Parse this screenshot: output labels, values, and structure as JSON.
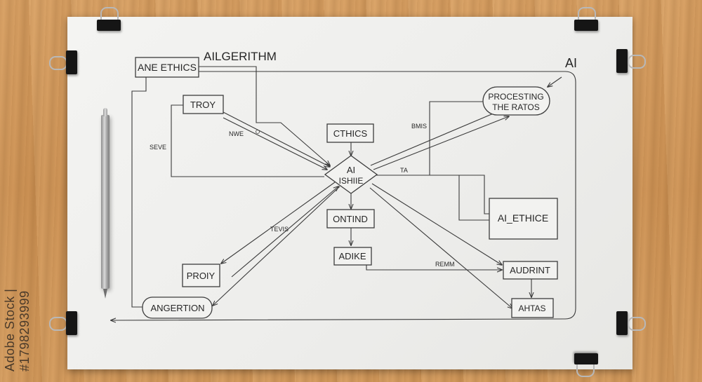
{
  "watermark_id": "Adobe Stock | #1798293999",
  "diagram": {
    "top_label": "AILGERITHM",
    "corner_label": "AI",
    "nodes": {
      "ane_ethics": "ANE ETHICS",
      "troy": "TROY",
      "cthics": "CTHICS",
      "center_line1": "AI",
      "center_line2": "ISHIIE",
      "processing_line1": "PROCESTING",
      "processing_line2": "THE RATOS",
      "ai_ethice": "AI_ETHICE",
      "ontind": "ONTIND",
      "adike": "ADIKE",
      "proiy": "PROIY",
      "angertion": "ANGERTION",
      "audrint": "AUDRINT",
      "ahtas": "AHTAS"
    },
    "edge_labels": {
      "nwe": "NWE",
      "seve": "SEVE",
      "bmis": "BMIS",
      "ta": "TA",
      "tevis": "TEVIS",
      "remm": "REMM"
    },
    "colors": {
      "ink": "#3a3a3a",
      "paper": "#f0f0ee",
      "wood": "#d49c5f",
      "clip": "#151515"
    }
  }
}
